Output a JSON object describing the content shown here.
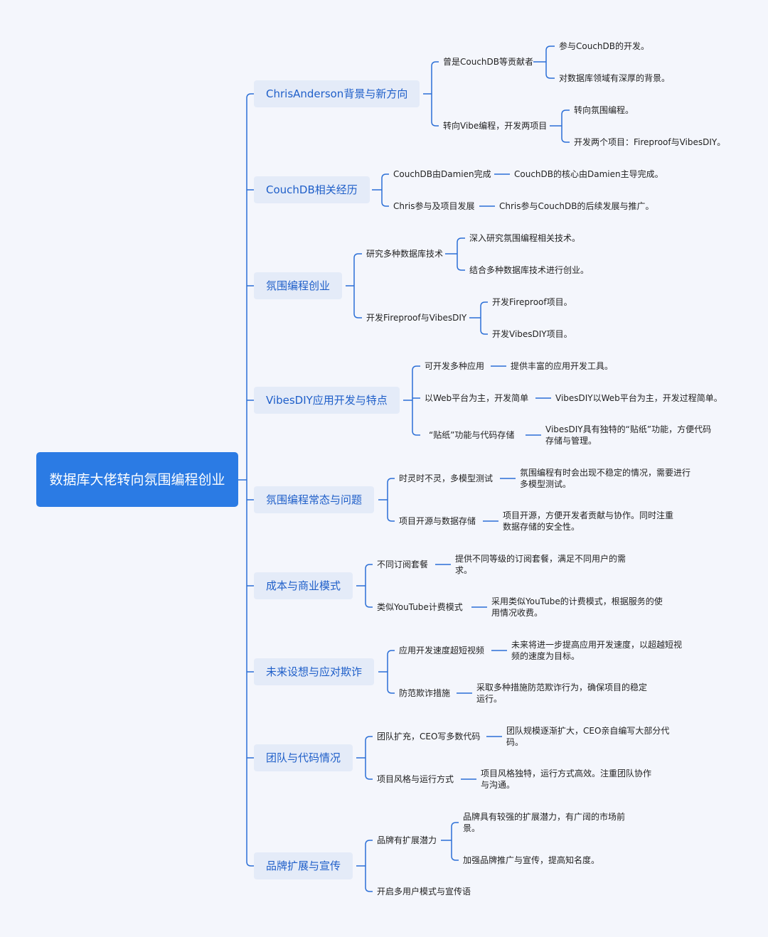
{
  "root": "数据库大佬转向氛围编程创业",
  "branches": [
    {
      "title": "ChrisAnderson背景与新方向",
      "children": [
        {
          "text": "曾是CouchDB等贡献者",
          "leaves": [
            "参与CouchDB的开发。",
            "对数据库领域有深厚的背景。"
          ]
        },
        {
          "text": "转向Vibe编程，开发两项目",
          "leaves": [
            "转向氛围编程。",
            "开发两个项目：Fireproof与VibesDIY。"
          ]
        }
      ]
    },
    {
      "title": "CouchDB相关经历",
      "children": [
        {
          "text": "CouchDB由Damien完成",
          "leaves": [
            "CouchDB的核心由Damien主导完成。"
          ]
        },
        {
          "text": "Chris参与及项目发展",
          "leaves": [
            "Chris参与CouchDB的后续发展与推广。"
          ]
        }
      ]
    },
    {
      "title": "氛围编程创业",
      "children": [
        {
          "text": "研究多种数据库技术",
          "leaves": [
            "深入研究氛围编程相关技术。",
            "结合多种数据库技术进行创业。"
          ]
        },
        {
          "text": "开发Fireproof与VibesDIY",
          "leaves": [
            "开发Fireproof项目。",
            "开发VibesDIY项目。"
          ]
        }
      ]
    },
    {
      "title": "VibesDIY应用开发与特点",
      "children": [
        {
          "text": "可开发多种应用",
          "leaves": [
            "提供丰富的应用开发工具。"
          ]
        },
        {
          "text": "以Web平台为主，开发简单",
          "leaves": [
            "VibesDIY以Web平台为主，开发过程简单。"
          ]
        },
        {
          "text": "“贴纸”功能与代码存储",
          "leaves": [
            "VibesDIY具有独特的“贴纸”功能，方便代码存储与管理。"
          ]
        }
      ]
    },
    {
      "title": "氛围编程常态与问题",
      "children": [
        {
          "text": "时灵时不灵，多模型测试",
          "leaves": [
            "氛围编程有时会出现不稳定的情况，需要进行多模型测试。"
          ]
        },
        {
          "text": "项目开源与数据存储",
          "leaves": [
            "项目开源，方便开发者贡献与协作。同时注重数据存储的安全性。"
          ]
        }
      ]
    },
    {
      "title": "成本与商业模式",
      "children": [
        {
          "text": "不同订阅套餐",
          "leaves": [
            "提供不同等级的订阅套餐，满足不同用户的需求。"
          ]
        },
        {
          "text": "类似YouTube计费模式",
          "leaves": [
            "采用类似YouTube的计费模式，根据服务的使用情况收费。"
          ]
        }
      ]
    },
    {
      "title": "未来设想与应对欺诈",
      "children": [
        {
          "text": "应用开发速度超短视频",
          "leaves": [
            "未来将进一步提高应用开发速度，以超越短视频的速度为目标。"
          ]
        },
        {
          "text": "防范欺诈措施",
          "leaves": [
            "采取多种措施防范欺诈行为，确保项目的稳定运行。"
          ]
        }
      ]
    },
    {
      "title": "团队与代码情况",
      "children": [
        {
          "text": "团队扩充，CEO写多数代码",
          "leaves": [
            "团队规模逐渐扩大，CEO亲自编写大部分代码。"
          ]
        },
        {
          "text": "项目风格与运行方式",
          "leaves": [
            "项目风格独特，运行方式高效。注重团队协作与沟通。"
          ]
        }
      ]
    },
    {
      "title": "品牌扩展与宣传",
      "children": [
        {
          "text": "品牌有扩展潜力",
          "leaves": [
            "品牌具有较强的扩展潜力，有广阔的市场前景。",
            "加强品牌推广与宣传，提高知名度。"
          ]
        },
        {
          "text": "开启多用户模式与宣传语",
          "leaves": []
        }
      ]
    }
  ],
  "colors": {
    "line": "#2b6fd6",
    "root_fill": "#2b7be4",
    "branch_fill": "#e4ebf8",
    "branch_text": "#1f5fc9",
    "background": "#f4f6fc"
  }
}
